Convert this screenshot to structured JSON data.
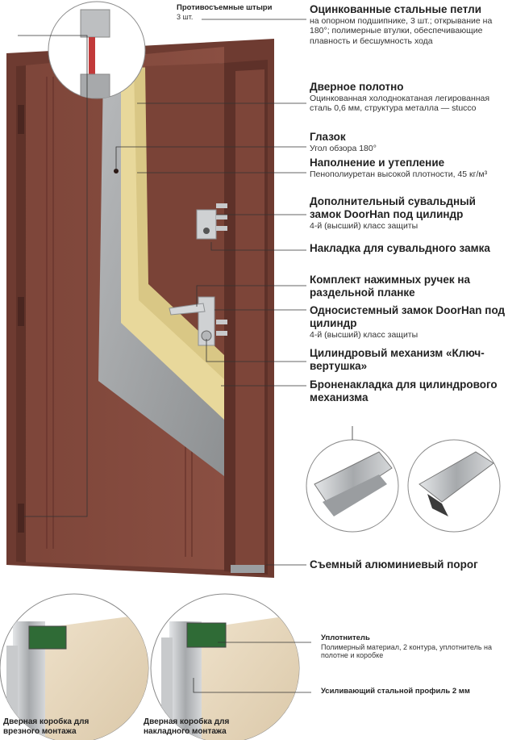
{
  "hinge_pins": {
    "title": "Противосъемные штыри",
    "sub": "3 шт."
  },
  "labels": [
    {
      "id": "hinges",
      "title": "Оцинкованные стальные петли",
      "text": "на опорном подшипнике, 3 шт.; открывание на 180°; полимерные втулки, обеспечивающие плавность и бесшумность хода"
    },
    {
      "id": "leaf",
      "title": "Дверное полотно",
      "text": "Оцинкованная холоднокатаная легированная сталь 0,6 мм, структура металла — stucco"
    },
    {
      "id": "peephole",
      "title": "Глазок",
      "text": "Угол обзора 180°"
    },
    {
      "id": "filling",
      "title": "Наполнение и утепление",
      "text": "Пенополиуретан высокой плотности, 45 кг/м³"
    },
    {
      "id": "lever-lock",
      "title": "Дополнительный сувальдный замок DoorHan под цилиндр",
      "text": "4-й (высший) класс защиты"
    },
    {
      "id": "lever-plate",
      "title": "Накладка для сувальдного замка",
      "text": ""
    },
    {
      "id": "handles",
      "title": "Комплект нажимных ручек на раздельной планке",
      "text": ""
    },
    {
      "id": "main-lock",
      "title": "Односистемный замок DoorHan под цилиндр",
      "text": "4-й (высший) класс защиты"
    },
    {
      "id": "cylinder",
      "title": "Цилиндровый механизм «Ключ-вертушка»",
      "text": ""
    },
    {
      "id": "armor",
      "title": "Броненакладка для цилиндрового механизма",
      "text": ""
    },
    {
      "id": "threshold",
      "title": "Съемный алюминиевый порог",
      "text": ""
    }
  ],
  "seal": {
    "title": "Уплотнитель",
    "text": "Полимерный материал, 2 контура, уплотнитель на полотне и коробке"
  },
  "profile": {
    "title": "Усиливающий стальной профиль 2 мм"
  },
  "frame_inset": {
    "title": "Дверная коробка для врезного монтажа"
  },
  "frame_overlay": {
    "title": "Дверная коробка для накладного монтажа"
  },
  "colors": {
    "door": "#7b4338",
    "door_dark": "#5e3129",
    "foam": "#e8d89b",
    "steel": "#a8aaac",
    "line": "#333333"
  }
}
